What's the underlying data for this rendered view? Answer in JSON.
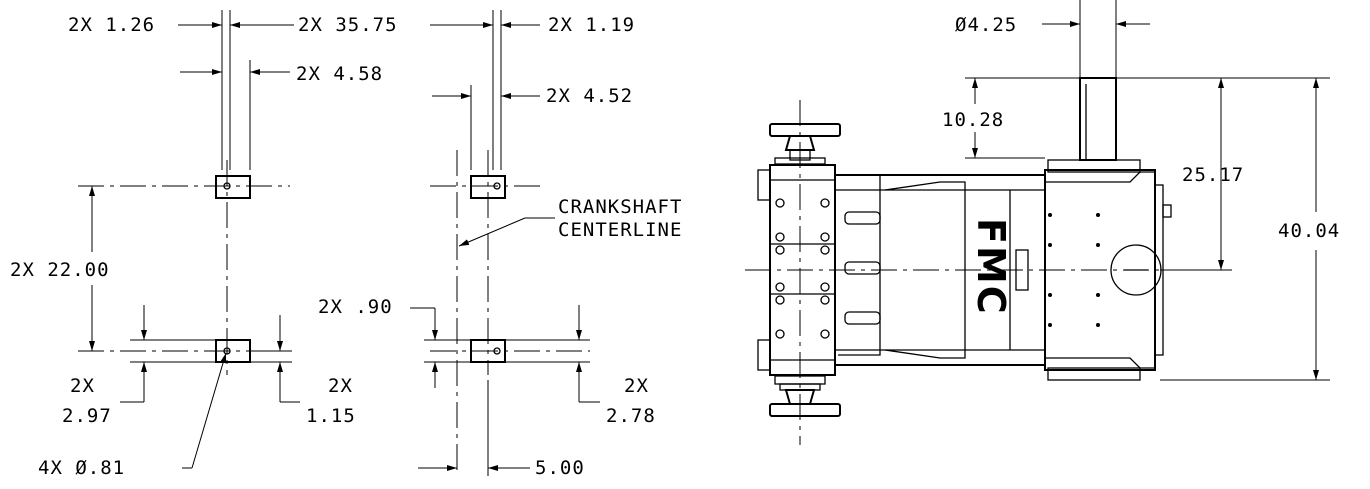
{
  "dims": {
    "wall_left": "2X 1.26",
    "spacing": "2X 35.75",
    "wall_right": "2X 1.19",
    "pad_width_left": "2X 4.58",
    "pad_width_right": "2X 4.52",
    "vertical_spacing": "2X 22.00",
    "pad_height": "2X .90",
    "offset_left_a_1": "2X",
    "offset_left_a_2": "2.97",
    "offset_left_b_1": "2X",
    "offset_left_b_2": "1.15",
    "offset_right_1": "2X",
    "offset_right_2": "2.78",
    "holes": "4X Ø.81",
    "crank_offset": "5.00",
    "shaft_dia": "Ø4.25",
    "shaft_len": "10.28",
    "shaft_to_center": "25.17",
    "overall": "40.04"
  },
  "notes": {
    "crank_line1": "CRANKSHAFT",
    "crank_line2": "CENTERLINE"
  },
  "logo": "FMC"
}
